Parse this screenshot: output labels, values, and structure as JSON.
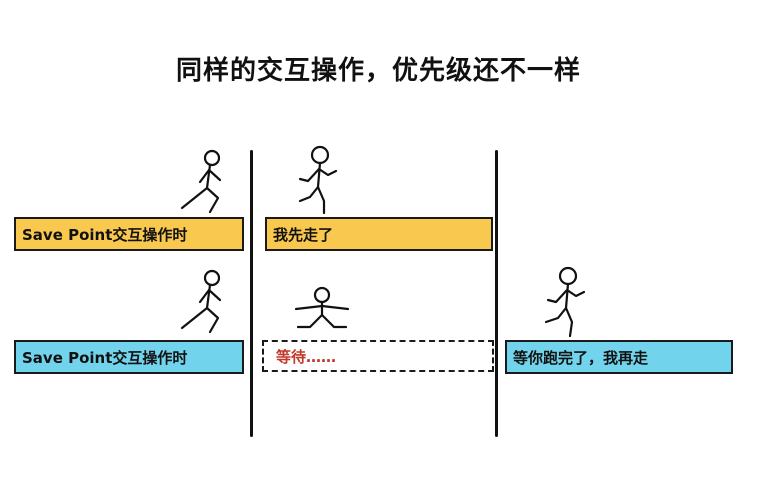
{
  "title": "同样的交互操作，优先级还不一样",
  "rows": [
    {
      "left_label": "Save Point交互操作时",
      "middle_label": "我先走了"
    },
    {
      "left_label": "Save Point交互操作时",
      "middle_label": "等待……",
      "right_label": "等你跑完了，我再走"
    }
  ],
  "colors": {
    "yellow": "#f9c84e",
    "blue": "#72d4ec",
    "wait_text": "#c0392b"
  }
}
